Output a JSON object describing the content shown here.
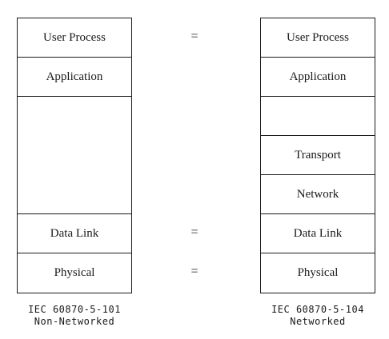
{
  "left_stack": {
    "layers": [
      {
        "label": "User Process"
      },
      {
        "label": "Application"
      },
      {
        "label": ""
      },
      {
        "label": "Data Link"
      },
      {
        "label": "Physical"
      }
    ],
    "caption_line1": "IEC 60870-5-101",
    "caption_line2": "Non-Networked"
  },
  "right_stack": {
    "layers": [
      {
        "label": "User Process"
      },
      {
        "label": "Application"
      },
      {
        "label": ""
      },
      {
        "label": "Transport"
      },
      {
        "label": "Network"
      },
      {
        "label": "Data Link"
      },
      {
        "label": "Physical"
      }
    ],
    "caption_line1": "IEC 60870-5-104",
    "caption_line2": "Networked"
  },
  "equals": [
    "=",
    "=",
    "="
  ]
}
